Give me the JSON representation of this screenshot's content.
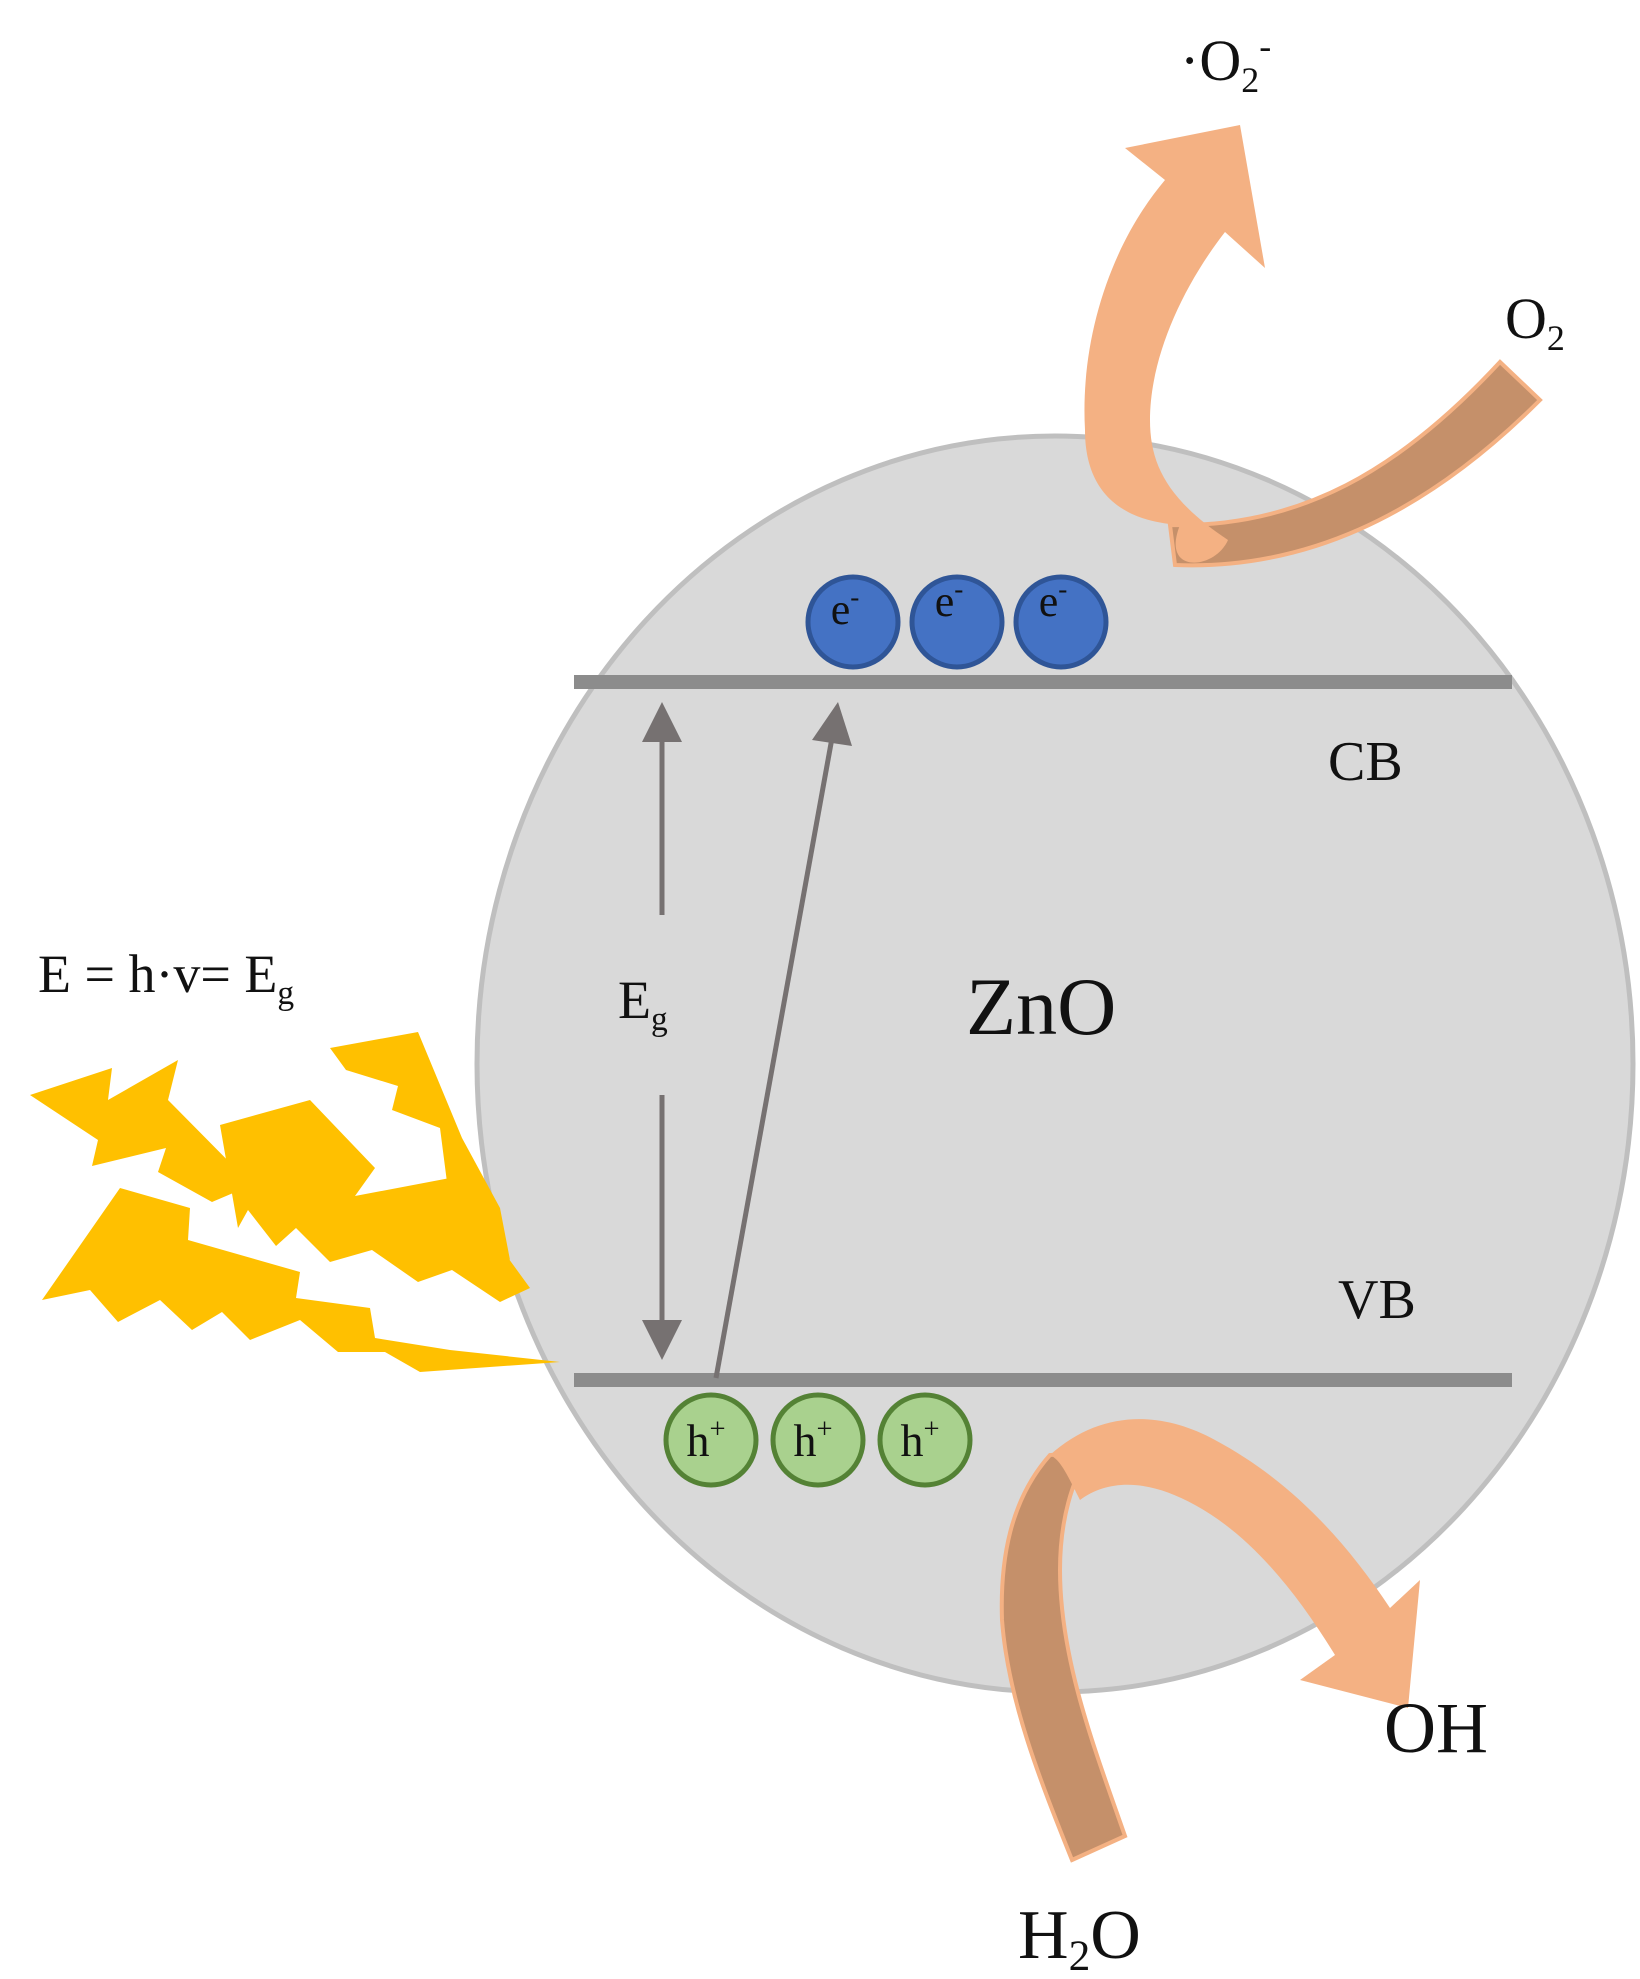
{
  "photon_energy": {
    "prefix": "E = h·v= E",
    "subscript": "g"
  },
  "particle": {
    "label": "ZnO"
  },
  "bands": {
    "conduction": "CB",
    "valence": "VB"
  },
  "band_gap": {
    "symbol": "E",
    "subscript": "g"
  },
  "electrons": [
    {
      "symbol": "e",
      "charge": "-"
    },
    {
      "symbol": "e",
      "charge": "-"
    },
    {
      "symbol": "e",
      "charge": "-"
    }
  ],
  "holes": [
    {
      "symbol": "h",
      "charge": "+"
    },
    {
      "symbol": "h",
      "charge": "+"
    },
    {
      "symbol": "h",
      "charge": "+"
    }
  ],
  "reduction": {
    "reactant_symbol": "O",
    "reactant_subscript": "2",
    "product_prefix": "·O",
    "product_subscript": "2",
    "product_charge": "-"
  },
  "oxidation": {
    "reactant_symbol": "H",
    "reactant_subscript": "2",
    "reactant_suffix": "O",
    "product": "OH"
  },
  "colors": {
    "particle_fill": "#d9d9d9",
    "particle_stroke": "#bfbfbf",
    "band_line": "#8c8c8c",
    "arrow": "#767171",
    "electron_fill": "#4472c4",
    "electron_stroke": "#2f5597",
    "hole_fill": "#a9d18e",
    "hole_stroke": "#548235",
    "lightning": "#ffc000",
    "ribbon_light": "#f4b183",
    "ribbon_dark": "#c5906a"
  }
}
